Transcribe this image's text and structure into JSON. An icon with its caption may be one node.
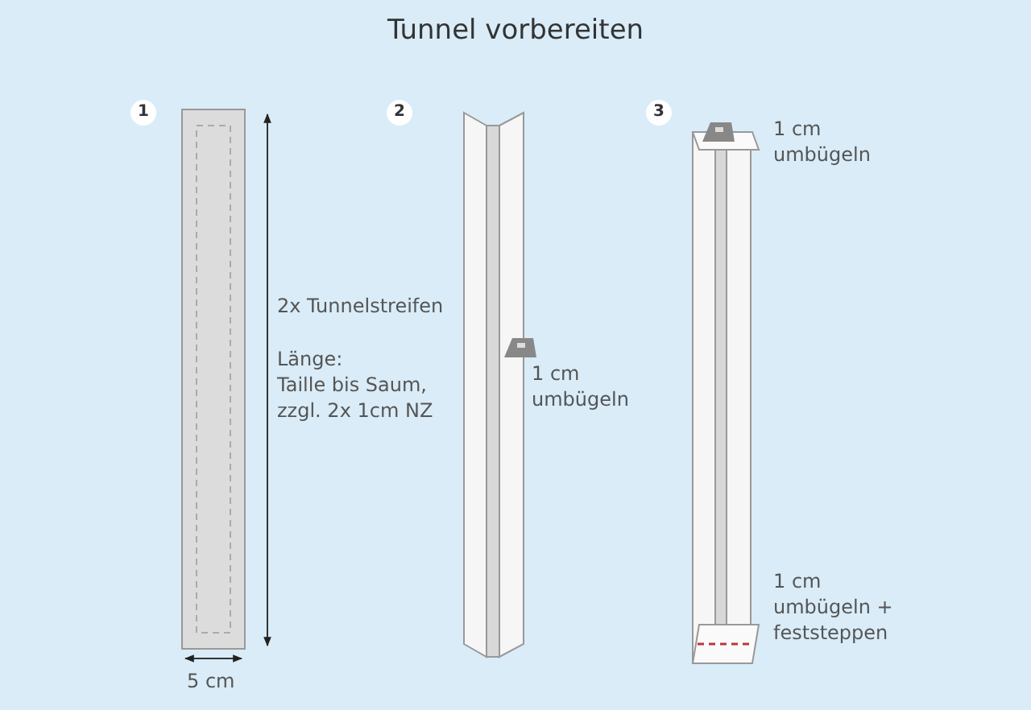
{
  "diagram": {
    "title": "Tunnel vorbereiten",
    "nodes": [
      {
        "text": [
          "1"
        ]
      },
      {
        "text": [
          "2"
        ]
      },
      {
        "text": [
          "3"
        ]
      }
    ],
    "labels": [
      "2x Tunnelstreifen",
      "Länge:",
      "Taille bis Saum, zzgl. 2x 1cm NZ",
      "5 cm",
      "1 cm umbügeln",
      "1 cm umbügeln",
      "1 cm umbügeln + feststeppen"
    ]
  }
}
